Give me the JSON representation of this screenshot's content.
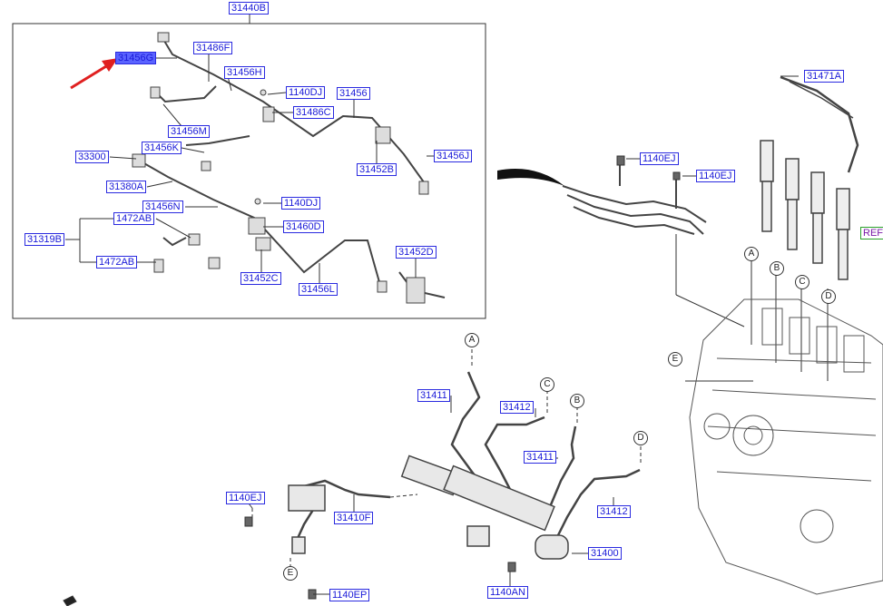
{
  "callouts": {
    "p31440B": "31440B",
    "p31456G": "31456G",
    "p31486F": "31486F",
    "p31456H": "31456H",
    "p1140DJ_a": "1140DJ",
    "p31456_a": "31456",
    "p31486C": "31486C",
    "p31456M": "31456M",
    "p33300": "33300",
    "p31456K": "31456K",
    "p31452B": "31452B",
    "p31456J": "31456J",
    "p31380A": "31380A",
    "p31456N": "31456N",
    "p1140DJ_b": "1140DJ",
    "p1472AB_a": "1472AB",
    "p31460D": "31460D",
    "p31319B": "31319B",
    "p31452D": "31452D",
    "p1472AB_b": "1472AB",
    "p31452C": "31452C",
    "p31456L": "31456L",
    "p31471A": "31471A",
    "p1140EJ_a": "1140EJ",
    "p1140EJ_b": "1140EJ",
    "pREF": "REF",
    "p31411_a": "31411",
    "p31412_a": "31412",
    "p31411_b": "31411",
    "p31412_b": "31412",
    "p1140EJ_c": "1140EJ",
    "p31410F": "31410F",
    "p31400": "31400",
    "p1140AN": "1140AN",
    "p1140EP": "1140EP"
  },
  "markers": {
    "A1": "A",
    "B1": "B",
    "C1": "C",
    "D1": "D",
    "E1": "E",
    "A2": "A",
    "C2": "C",
    "B2": "B",
    "D2": "D",
    "E2": "E"
  },
  "colors": {
    "label_text": "#1a1ad8",
    "label_border": "#2a2ae0",
    "highlight": "#5a63ff",
    "arrow": "#e02020",
    "ref_text": "#7a1aa8"
  }
}
